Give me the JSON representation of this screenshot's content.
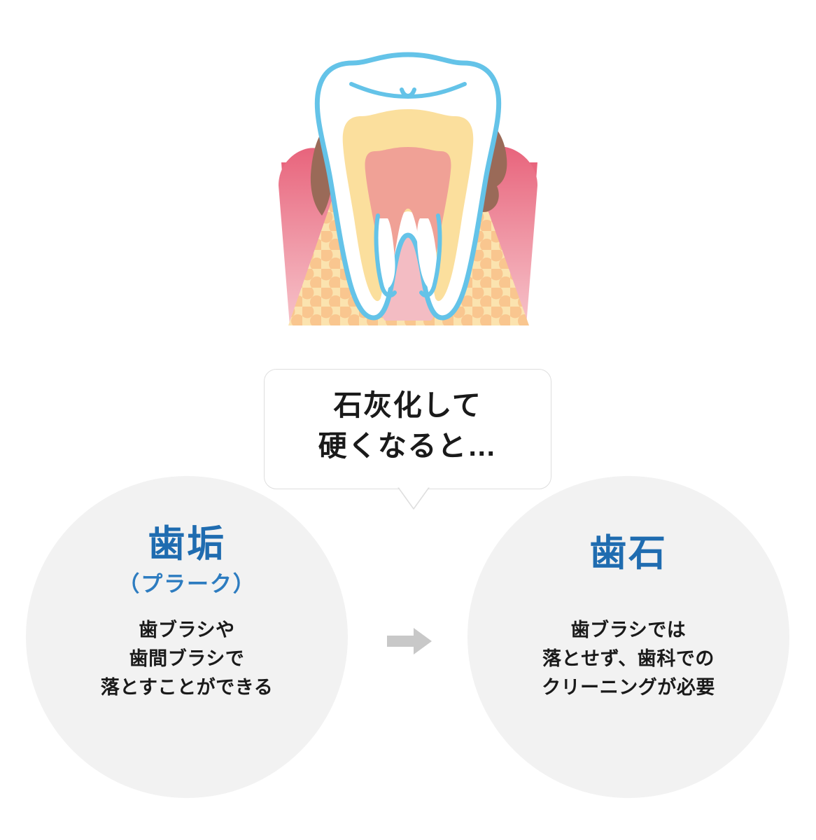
{
  "illustration": {
    "name": "tooth-cross-section-with-tartar",
    "colors": {
      "enamel_outline": "#64c3e8",
      "enamel_fill": "#ffffff",
      "dentin": "#fbdf9d",
      "pulp": "#f0a196",
      "gum": "#e8697f",
      "gum_light": "#f4b9c2",
      "bone": "#fbe3af",
      "bone_dots": "#f9c48a",
      "tartar": "#9a6a58",
      "periodontal_ligament": "#f3bcc3"
    }
  },
  "bubble": {
    "text": "石灰化して\n硬くなると…"
  },
  "arrow": {
    "icon": "arrow-right-icon",
    "color": "#c8c8c8"
  },
  "circles": [
    {
      "id": "plaque",
      "heading": "歯垢",
      "subheading": "（プラーク）",
      "body": "歯ブラシや\n歯間ブラシで\n落とすことができる",
      "background": "#f2f2f2",
      "heading_color": "#1f6cb0"
    },
    {
      "id": "tartar",
      "heading": "歯石",
      "subheading": "",
      "body": "歯ブラシでは\n落とせず、歯科での\nクリーニングが必要",
      "background": "#f2f2f2",
      "heading_color": "#1f6cb0"
    }
  ]
}
